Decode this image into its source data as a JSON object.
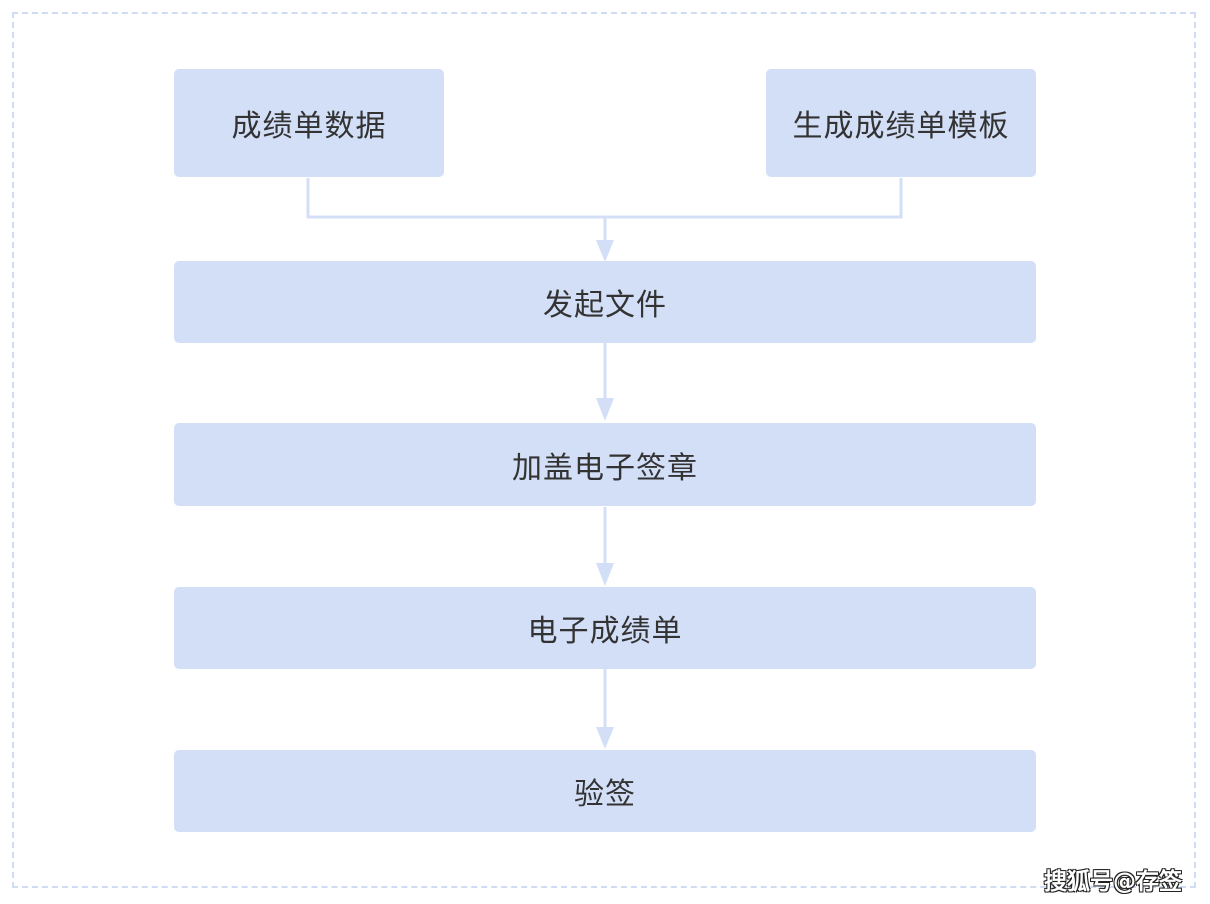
{
  "nodes": {
    "score_data": "成绩单数据",
    "template": "生成成绩单模板",
    "initiate": "发起文件",
    "seal": "加盖电子签章",
    "e_transcript": "电子成绩单",
    "verify": "验签"
  },
  "watermark": "搜狐号@存签",
  "colors": {
    "node_fill": "#d3dff7",
    "connector": "#d3dff7",
    "frame_border": "#cfdcf4",
    "text": "#333333"
  }
}
